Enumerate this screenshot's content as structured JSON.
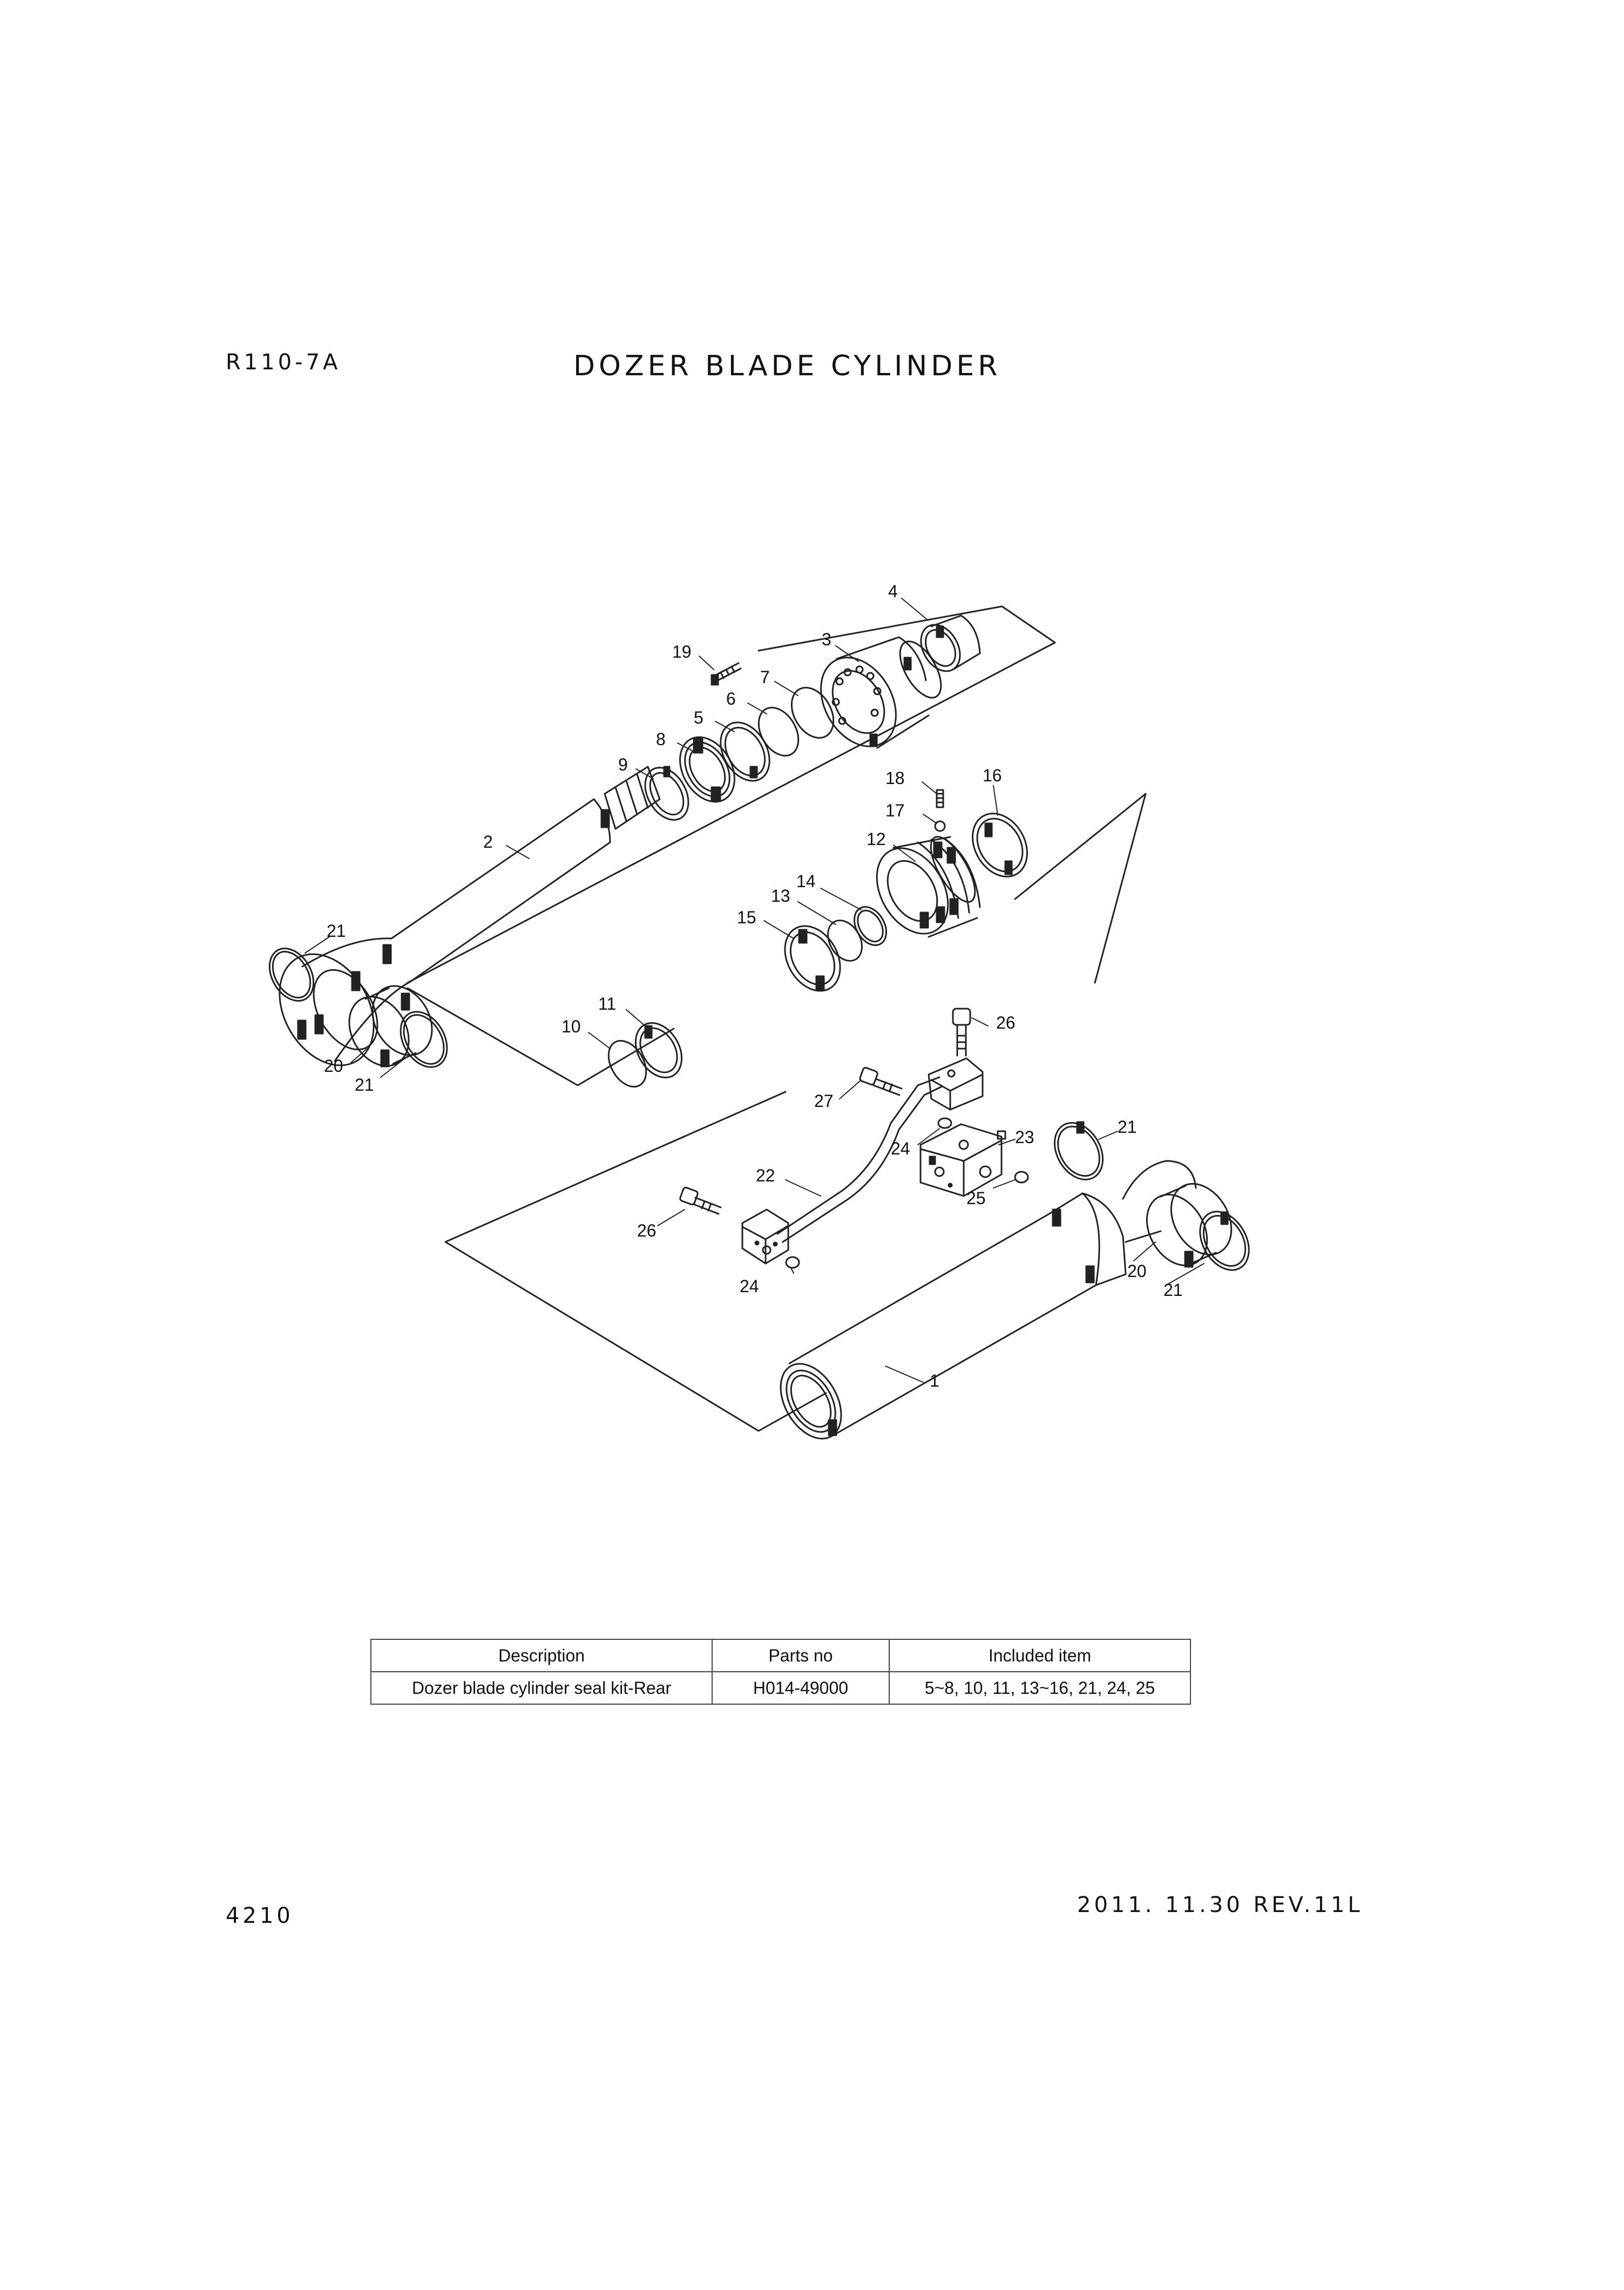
{
  "header": {
    "model": "R110-7A",
    "title": "DOZER BLADE CYLINDER"
  },
  "footer": {
    "page_number": "4210",
    "revision": "2011. 11.30  REV.11L"
  },
  "callouts": [
    "1",
    "2",
    "3",
    "4",
    "5",
    "6",
    "7",
    "8",
    "9",
    "10",
    "11",
    "12",
    "13",
    "14",
    "15",
    "16",
    "17",
    "18",
    "19",
    "20",
    "20",
    "21",
    "21",
    "21",
    "21",
    "22",
    "23",
    "24",
    "24",
    "25",
    "26",
    "26",
    "27"
  ],
  "kit_table": {
    "headers": [
      "Description",
      "Parts no",
      "Included item"
    ],
    "rows": [
      [
        "Dozer blade cylinder seal kit-Rear",
        "H014-49000",
        "5~8, 10, 11, 13~16, 21, 24, 25"
      ]
    ]
  }
}
